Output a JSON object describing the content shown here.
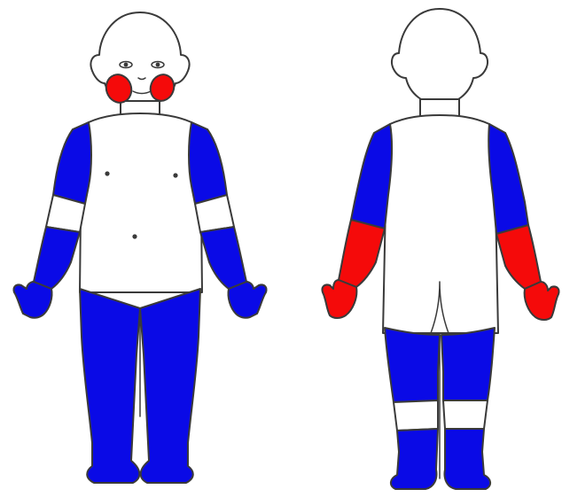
{
  "diagram": {
    "type": "body-map",
    "views": [
      {
        "name": "front",
        "regions": {
          "cheeks": "red",
          "upper-arms": "blue",
          "elbow-bands": "white",
          "forearms": "blue",
          "hands": "blue",
          "legs": "blue",
          "chest-abdomen": "white"
        }
      },
      {
        "name": "back",
        "regions": {
          "upper-arms": "blue",
          "forearms": "red",
          "hands": "red",
          "thighs": "blue",
          "knee-bands": "white",
          "lower-legs": "blue",
          "back-buttocks": "white"
        }
      }
    ]
  },
  "colors": {
    "blue": "#0a0ae6",
    "red": "#f50a0a",
    "outline": "#3a3a3a",
    "skin": "#ffffff"
  }
}
